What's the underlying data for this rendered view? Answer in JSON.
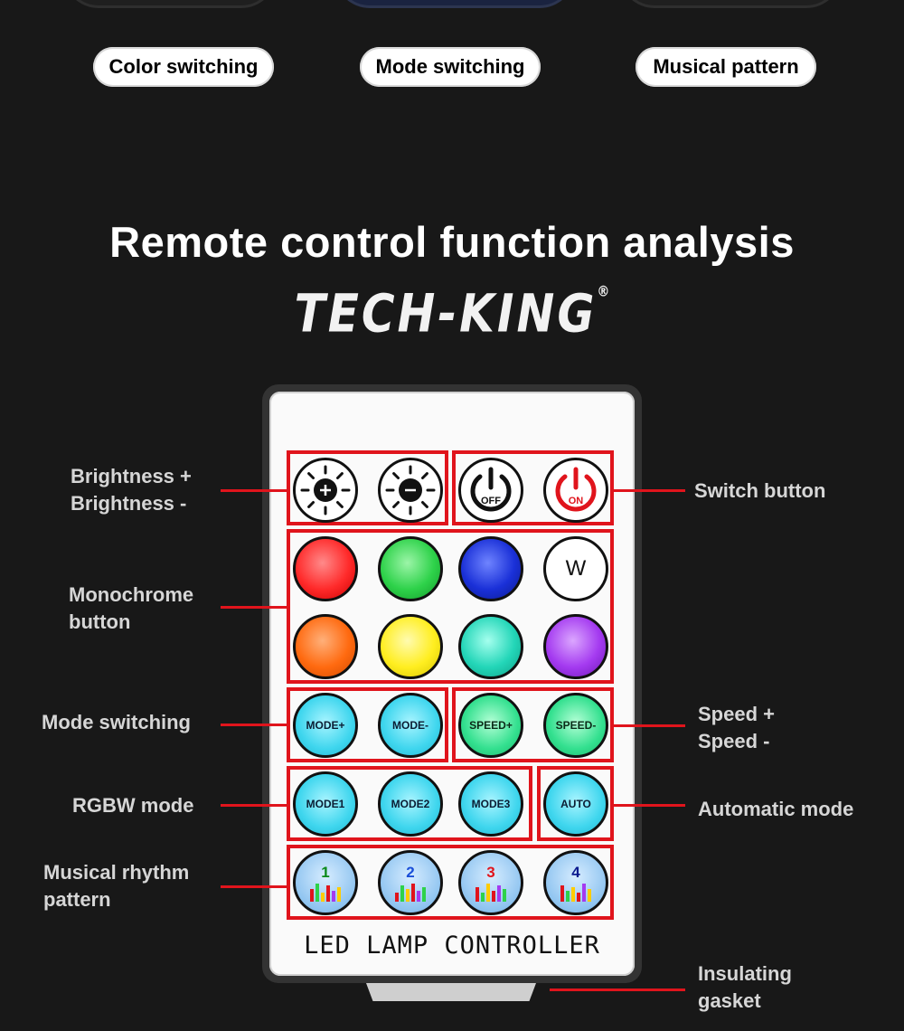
{
  "top_tabs": [
    {
      "label": "Color switching"
    },
    {
      "label": "Mode switching"
    },
    {
      "label": "Musical pattern"
    }
  ],
  "heading": "Remote control function analysis",
  "logo": {
    "text": "TECH-KING",
    "mark": "®"
  },
  "remote": {
    "footer": "LED LAMP CONTROLLER",
    "buttons": {
      "brightness_up_icon": "sun-plus-icon",
      "brightness_down_icon": "sun-minus-icon",
      "off": "OFF",
      "on": "ON",
      "white": "W",
      "mode_plus": "MODE+",
      "mode_minus": "MODE-",
      "speed_plus": "SPEED+",
      "speed_minus": "SPEED-",
      "mode1": "MODE1",
      "mode2": "MODE2",
      "mode3": "MODE3",
      "auto": "AUTO",
      "music": [
        "1",
        "2",
        "3",
        "4"
      ]
    },
    "colors": {
      "red": "#ff2a2a",
      "green": "#2ed24a",
      "blue": "#1a30d8",
      "orange": "#ff6a10",
      "yellow": "#ffee20",
      "teal": "#23d6b8",
      "purple": "#a43af0",
      "accent_red": "#e0141c"
    }
  },
  "labels": {
    "brightness_1": "Brightness +",
    "brightness_2": "Brightness -",
    "switch": "Switch button",
    "monochrome_1": "Monochrome",
    "monochrome_2": "button",
    "mode_switching": "Mode switching",
    "speed_1": "Speed +",
    "speed_2": "Speed -",
    "rgbw": "RGBW mode",
    "automatic": "Automatic mode",
    "musical_1": "Musical rhythm",
    "musical_2": "pattern",
    "insulating_1": "Insulating",
    "insulating_2": "gasket"
  }
}
